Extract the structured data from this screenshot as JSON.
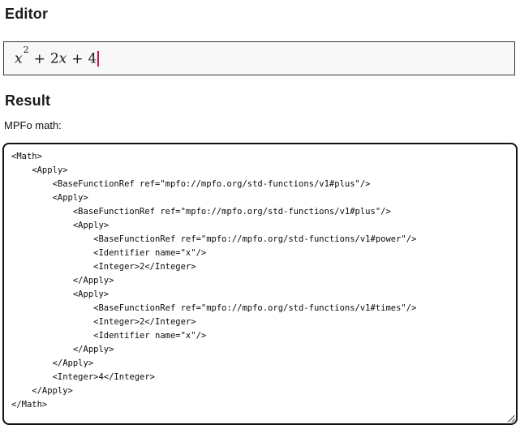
{
  "editor_section": {
    "heading": "Editor"
  },
  "editor": {
    "formula": {
      "variable": "x",
      "exponent": "2",
      "operator_1": "+",
      "coefficient": "2",
      "variable_2": "x",
      "operator_2": "+",
      "constant": "4"
    }
  },
  "result_section": {
    "heading": "Result",
    "label": "MPFo math:"
  },
  "result": {
    "xml_lines": [
      "<Math>",
      "    <Apply>",
      "        <BaseFunctionRef ref=\"mpfo://mpfo.org/std-functions/v1#plus\"/>",
      "        <Apply>",
      "            <BaseFunctionRef ref=\"mpfo://mpfo.org/std-functions/v1#plus\"/>",
      "            <Apply>",
      "                <BaseFunctionRef ref=\"mpfo://mpfo.org/std-functions/v1#power\"/>",
      "                <Identifier name=\"x\"/>",
      "                <Integer>2</Integer>",
      "            </Apply>",
      "            <Apply>",
      "                <BaseFunctionRef ref=\"mpfo://mpfo.org/std-functions/v1#times\"/>",
      "                <Integer>2</Integer>",
      "                <Identifier name=\"x\"/>",
      "            </Apply>",
      "        </Apply>",
      "        <Integer>4</Integer>",
      "    </Apply>",
      "</Math>"
    ]
  },
  "colors": {
    "caret": "#c81442",
    "editor_field_bg": "#f8f8f8",
    "editor_field_border": "#32383e",
    "result_box_border": "#111111"
  }
}
